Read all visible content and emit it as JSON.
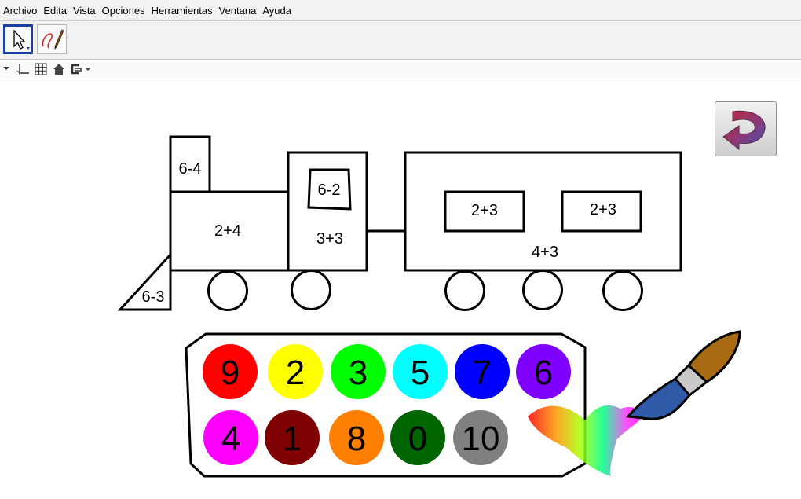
{
  "menu": [
    "Archivo",
    "Edita",
    "Vista",
    "Opciones",
    "Herramientas",
    "Ventana",
    "Ayuda"
  ],
  "toolbar": {
    "tools": [
      {
        "icon": "cursor-arrow-icon",
        "selected": true
      },
      {
        "icon": "freehand-pen-icon",
        "selected": false
      }
    ]
  },
  "stylebar": {
    "icons": [
      "dropdown-arrow-icon",
      "axes-icon",
      "grid-icon",
      "home-icon",
      "point-capture-icon"
    ]
  },
  "train": {
    "chimney": "6-4",
    "engine_body": "2+4",
    "cowcatcher": "6-3",
    "cab_window": "6-2",
    "cab": "3+3",
    "car_window_left": "2+3",
    "car_window_right": "2+3",
    "car": "4+3"
  },
  "palette": {
    "colors": [
      {
        "number": "9",
        "color": "#ff0000",
        "text": "#000000"
      },
      {
        "number": "2",
        "color": "#ffff00",
        "text": "#000000"
      },
      {
        "number": "3",
        "color": "#00ff00",
        "text": "#000000"
      },
      {
        "number": "5",
        "color": "#00ffff",
        "text": "#000000"
      },
      {
        "number": "7",
        "color": "#0000ff",
        "text": "#000000"
      },
      {
        "number": "6",
        "color": "#7f00ff",
        "text": "#000000"
      },
      {
        "number": "4",
        "color": "#ff00ff",
        "text": "#000000"
      },
      {
        "number": "1",
        "color": "#7f0000",
        "text": "#000000"
      },
      {
        "number": "8",
        "color": "#ff7f00",
        "text": "#000000"
      },
      {
        "number": "0",
        "color": "#006400",
        "text": "#000000"
      },
      {
        "number": "10",
        "color": "#808080",
        "text": "#000000"
      }
    ]
  },
  "icons": {
    "undo": "undo-arrow-icon",
    "brush": "paint-brush-icon"
  }
}
